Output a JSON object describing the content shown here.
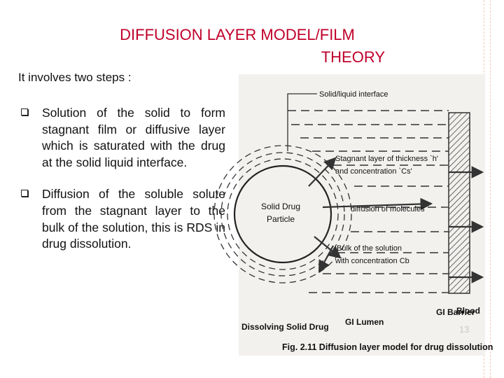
{
  "slide": {
    "title_line1": "DIFFUSION LAYER MODEL/FILM",
    "title_line2": "THEORY",
    "intro": "It involves two steps :",
    "bullets": [
      {
        "text": "Solution of the solid to form stagnant film or diffusive layer which is saturated with the drug at the solid liquid interface."
      },
      {
        "text": "Diffusion of the soluble solute from the stagnant layer to the bulk of the solution, this is RDS in drug dissolution."
      }
    ],
    "slide_number": "13"
  },
  "figure": {
    "label_interface": "Solid/liquid interface",
    "label_stagnant_1": "Stagnant layer of thickness `h'",
    "label_stagnant_2": "and concentration `Cs'",
    "label_diffusion": "diffusion of molecules",
    "label_particle_1": "Solid Drug",
    "label_particle_2": "Particle",
    "label_bulk_1": "Bulk of the solution",
    "label_bulk_2": "with concentration Cb",
    "label_dissolving": "Dissolving Solid Drug",
    "label_gi_lumen": "GI Lumen",
    "label_gi_barrier": "GI Barrier",
    "label_blood": "Blood",
    "caption": "Fig. 2.11 Diffusion layer model for drug dissolution"
  }
}
